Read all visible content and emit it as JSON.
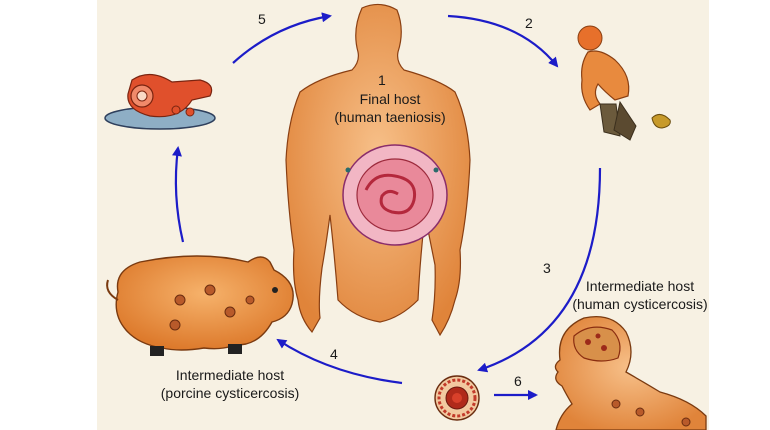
{
  "steps": {
    "s1": "1",
    "s2": "2",
    "s3": "3",
    "s4": "4",
    "s5": "5",
    "s6": "6"
  },
  "labels": {
    "final_host_line1": "Final host",
    "final_host_line2": "(human taeniosis)",
    "intermediate_human_line1": "Intermediate host",
    "intermediate_human_line2": "(human cysticercosis)",
    "intermediate_pig_line1": "Intermediate host",
    "intermediate_pig_line2": "(porcine cysticercosis)"
  },
  "colors": {
    "arrow": "#1c1cc8",
    "skin": "#e88a3e",
    "background": "#f7f1e3"
  },
  "icons": [
    "meat-icon",
    "human-torso-icon",
    "defecating-person-icon",
    "egg-icon",
    "pig-icon",
    "human-head-icon"
  ]
}
